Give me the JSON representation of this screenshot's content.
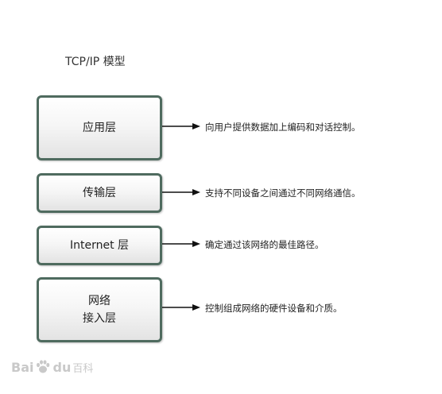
{
  "title": "TCP/IP 模型",
  "layers": [
    {
      "label_lines": [
        "应用层"
      ],
      "description": "向用户提供数据加上编码和对话控制。"
    },
    {
      "label_lines": [
        "传输层"
      ],
      "description": "支持不同设备之间通过不同网络通信。"
    },
    {
      "label_lines": [
        "Internet 层"
      ],
      "description": "确定通过该网络的最佳路径。"
    },
    {
      "label_lines": [
        "网络",
        "接入层"
      ],
      "description": "控制组成网络的硬件设备和介质。"
    }
  ],
  "watermark": {
    "latin_1": "Bai",
    "latin_2": "du",
    "chinese": "百科",
    "icon": "baidu-paw-icon"
  },
  "colors": {
    "box_border": "#4f6b5f",
    "arrow": "#111111",
    "watermark": "#c9c9c9"
  }
}
